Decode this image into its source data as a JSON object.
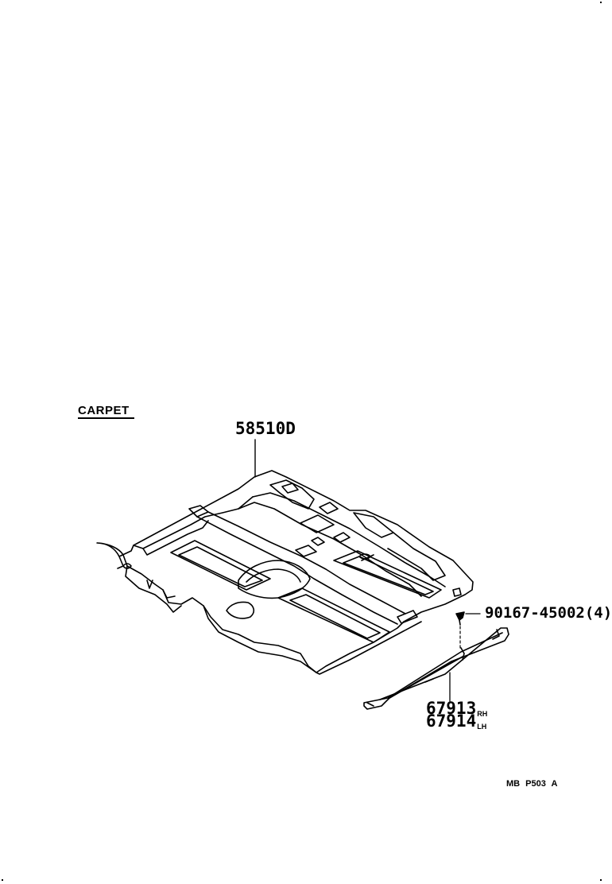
{
  "section": {
    "title": "CARPET"
  },
  "parts": {
    "main_carpet": "58510D",
    "clip": "90167-45002(4)",
    "scuff_plate_rh": {
      "number": "67913",
      "side": "RH"
    },
    "scuff_plate_lh": {
      "number": "67914",
      "side": "LH"
    }
  },
  "footer": {
    "code": "MB P503 A"
  }
}
